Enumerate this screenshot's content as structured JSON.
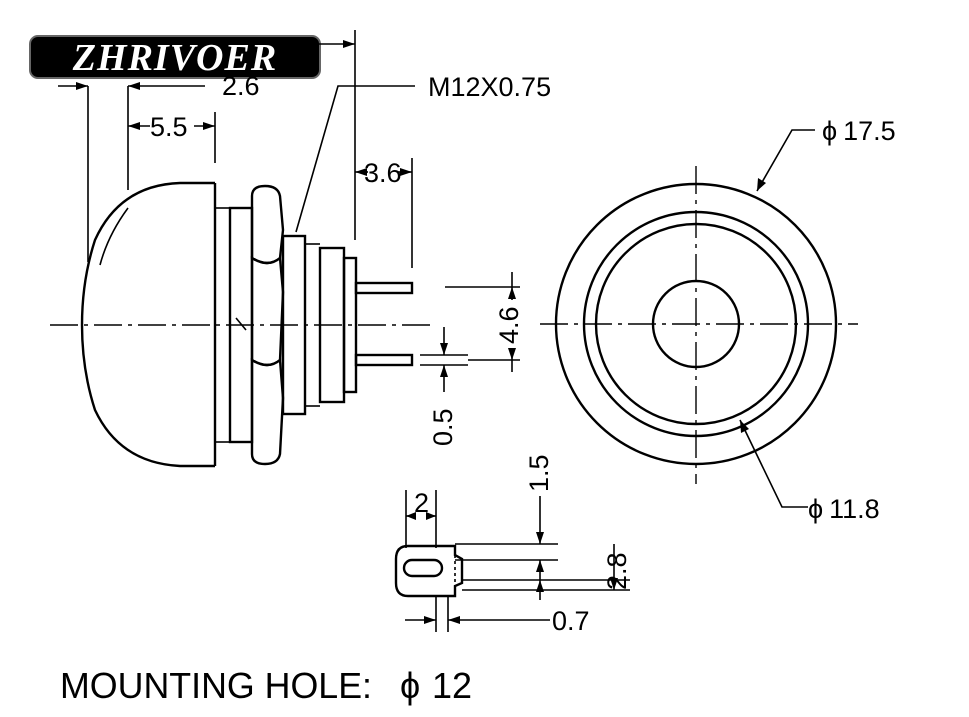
{
  "logo": {
    "text": "ZHRIVOER"
  },
  "dimensions": {
    "d_2_6": "2.6",
    "d_5_5": "5.5",
    "thread": "M12X0.75",
    "d_3_6": "3.6",
    "d_4_6": "4.6",
    "d_0_5": "0.5",
    "d_17_5": "17.5",
    "d_11_8": "11.8",
    "d_1_5": "1.5",
    "d_2": "2",
    "d_2_8": "2.8",
    "d_0_7": "0.7",
    "phi": "ϕ"
  },
  "footer": {
    "label": "MOUNTING HOLE:",
    "phi": "ϕ",
    "value": "12"
  }
}
